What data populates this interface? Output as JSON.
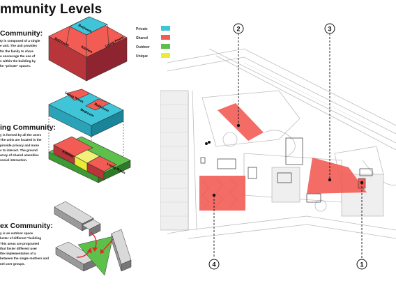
{
  "title": "mmunity Levels",
  "sections": [
    {
      "title": "Community:",
      "lines": [
        "ty is composed of a single",
        "e unit. The unit provides",
        "for the family to share",
        "o encourage the use of",
        "s within the building by",
        "he \"private\" spaces."
      ],
      "room_labels": [
        "Bathroom",
        "Bedroom",
        "Kitchen",
        "Living Room"
      ]
    },
    {
      "title": "ing Community:",
      "lines": [
        "y is formed by all the users",
        "The units are located in the",
        "provide privacy and more",
        "s to interact. The ground",
        "array of shared amenities",
        "social interaction."
      ],
      "room_labels": [
        "Living Room",
        "Bedroom",
        "Bathroom",
        "Kitchen",
        "Living Room"
      ]
    },
    {
      "title": "ex Community:",
      "lines": [
        "y is an outdoor space",
        "luster of different \"building",
        "This areas are programed",
        "that foster different user",
        "the implementation of a",
        "between the single mothers and",
        "nel user groups."
      ]
    }
  ],
  "legend": [
    {
      "label": "Private",
      "color": "#40c4d8"
    },
    {
      "label": "Shared",
      "color": "#f25c54"
    },
    {
      "label": "Outdoor",
      "color": "#5dc04a"
    },
    {
      "label": "Unique",
      "color": "#ecec34"
    }
  ],
  "markers": [
    "1",
    "2",
    "3",
    "4"
  ]
}
